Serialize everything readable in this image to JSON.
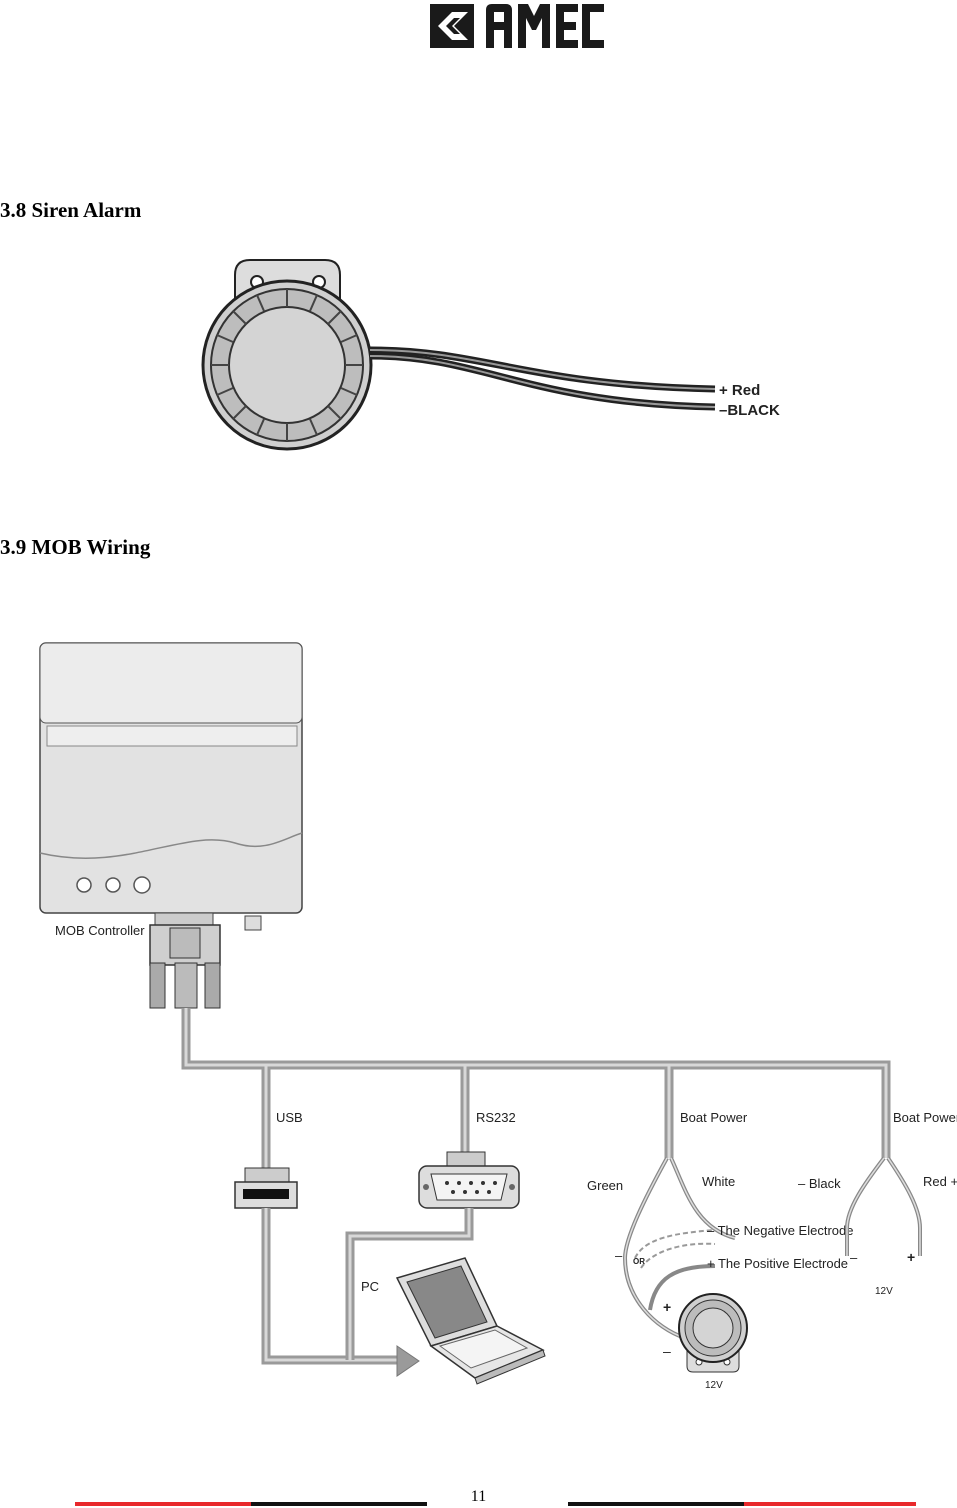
{
  "header": {
    "logo_text": "AMEC"
  },
  "sections": [
    {
      "heading": "3.8 Siren Alarm"
    },
    {
      "heading": "3.9 MOB Wiring"
    }
  ],
  "siren_figure": {
    "wire_labels": [
      "+ Red",
      "–BLACK"
    ]
  },
  "wiring_figure": {
    "controller_label": "MOB Controller",
    "branch_labels": [
      "USB",
      "RS232",
      "Boat Power",
      "Boat Power"
    ],
    "pc_label": "PC",
    "wire_green": "Green",
    "wire_white": "White",
    "wire_black": "– Black",
    "wire_red": "Red +",
    "neg_electrode": "– The Negative Electrode",
    "pos_electrode": "+ The Positive Electrode",
    "or_label": "OR",
    "siren_voltage": "12V",
    "power_voltage": "12V",
    "minus_sign": "–",
    "plus_sign": "+"
  },
  "footer": {
    "page_number": "11",
    "colors": {
      "red": "#e8282b",
      "black": "#111111"
    }
  }
}
